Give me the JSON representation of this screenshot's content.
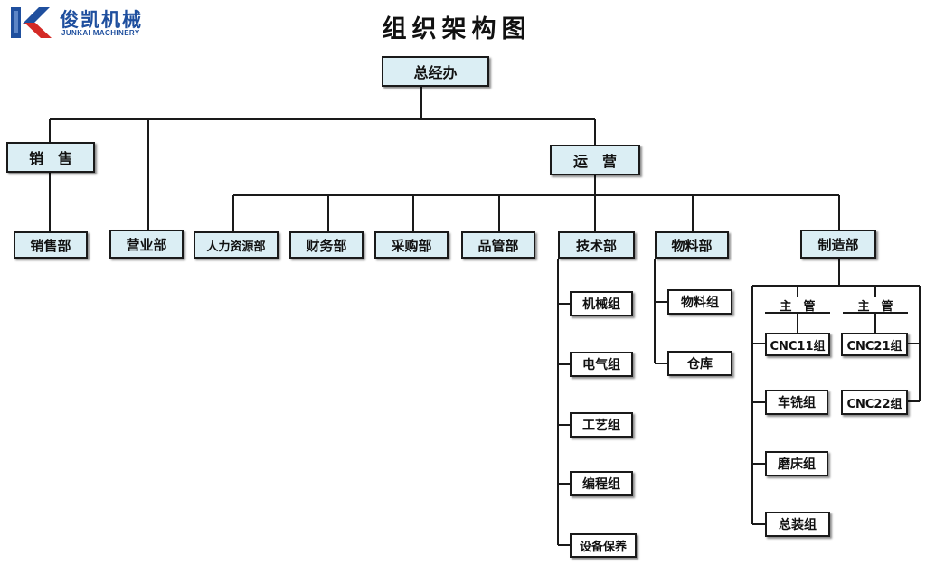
{
  "logo": {
    "name_cn": "俊凯机械",
    "name_en": "JUNKAI MACHINERY"
  },
  "title": "组织架构图",
  "nodes": {
    "general_office": "总经办",
    "sales": "销　售",
    "operations": "运　营",
    "sales_dept": "销售部",
    "business_dept": "营业部",
    "hr_dept": "人力资源部",
    "finance_dept": "财务部",
    "purchasing_dept": "采购部",
    "quality_dept": "品管部",
    "tech_dept": "技术部",
    "materials_dept": "物料部",
    "manufacturing_dept": "制造部",
    "tech_groups": [
      "机械组",
      "电气组",
      "工艺组",
      "编程组",
      "设备保养"
    ],
    "materials_groups": [
      "物料组",
      "仓库"
    ],
    "supervisor_left": "主　管",
    "supervisor_right": "主　管",
    "mfg_left_groups": [
      "CNC11组",
      "车铣组",
      "磨床组",
      "总装组"
    ],
    "mfg_right_groups": [
      "CNC21组",
      "CNC22组"
    ]
  }
}
